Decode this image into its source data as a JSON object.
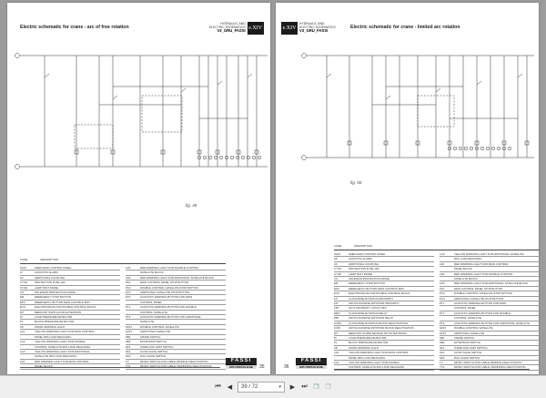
{
  "pages": [
    {
      "title": "Electric schematic for crane - arc of free rotation",
      "logo": {
        "line1": "HYDRAULIC AND",
        "line2": "ELECTRIC SCHEMATICS",
        "line3": "V3_GRU_FASSI",
        "badge": "e.XIV"
      },
      "figure": "fig. 49",
      "page_number": "35",
      "table": {
        "headers": [
          "CODE",
          "DESCRIPTION"
        ],
        "left": [
          [
            "ALIM",
            "FEED MAIN CONTROL PANEL"
          ],
          [
            "AI",
            "ACOUSTIC ALARM"
          ],
          [
            "CF",
            "ADDITIONAL COUPLING"
          ],
          [
            "CY/01",
            "PROTECTION FUSE 10A"
          ],
          [
            "CY/02",
            "LAMP TEST DIODE"
          ],
          [
            "CS",
            "SOLENOID PROTECTION DIODE"
          ],
          [
            "EM",
            "EMERGENCY STOP BUTTON"
          ],
          [
            "EPC",
            "EMERGENCY BUTTON MAIN CONTROL BOX"
          ],
          [
            "EVS",
            "ELECTROVALVE FOR DOUBLE CONTROL BLOCK"
          ],
          [
            "MT",
            "MERCURY SWITCH FOR EXTENSION"
          ],
          [
            "PI",
            "LOAD PRESSURE DETECTOR"
          ],
          [
            "PL",
            "BLOCK PRESSURE DETECTOR"
          ],
          [
            "LB",
            "WHITE WARNING LIGHT"
          ],
          [
            "LG1",
            "YELLOW WARNING LIGHT FOR MAIN CONTROL"
          ],
          [
            "",
            "PANEL 90% LOAD REACHING"
          ],
          [
            "LG2",
            "YELLOW WARNING LIGHT FOR DOUBLE"
          ],
          [
            "",
            "CONTROL SATELLITE 90% LOAD REACHING"
          ],
          [
            "LG3",
            "YELLOW WARNING LIGHT FOR ADDITIONAL"
          ],
          [
            "",
            "SATELLITE 90% LOAD REACHING"
          ],
          [
            "LR1",
            "RED WARNING LIGHT FOR MAIN CONTROL"
          ],
          [
            "",
            "PANEL BLOCK"
          ]
        ],
        "right": [
          [
            "LR2",
            "RED WARNING LIGHT FOR DOUBLE CONTROL"
          ],
          [
            "",
            "SATELLITE BLOCK"
          ],
          [
            "LR3",
            "RED WARNING LIGHT FOR ADDITIONAL SATELLITE BLOCK"
          ],
          [
            "PC1",
            "MAIN CONTROL PANEL STOP BUTTON"
          ],
          [
            "PC2",
            "DOUBLE CONTROL SATELLITE STOP BUTTON"
          ],
          [
            "PC3",
            "ADDITIONAL SATELLITE STOP BUTTON"
          ],
          [
            "PCT",
            "ACOUSTIC WARNING BUTTON FOR MAIN"
          ],
          [
            "",
            "CONTROL PANEL"
          ],
          [
            "PT2",
            "ACOUSTIC WARNING BUTTON FOR DOUBLE"
          ],
          [
            "",
            "CONTROL SATELLITE"
          ],
          [
            "PT3",
            "ACOUSTIC WARNING BUTTON FOR ADDITIONAL"
          ],
          [
            "",
            "SATELLITE"
          ],
          [
            "SAT2",
            "DOUBLE CONTROL SATELLITE"
          ],
          [
            "SAT3",
            "ADDITIONAL SATELLITE"
          ],
          [
            "SB1",
            "CRANE SWITCH"
          ],
          [
            "SB2",
            "EXTENSION SWITCH"
          ],
          [
            "SF4",
            "OVERLOAD LIMIT SWITCH"
          ],
          [
            "SK1",
            "FLOW VALVE SWITCH"
          ],
          [
            "SK2",
            "DIAL VALVE SWITCH"
          ],
          [
            "TV",
            "MICRO SWITCH FOR CABLE WINDING REACTIVATION"
          ],
          [
            "TV2",
            "MICRO SWITCH FOR CABLE UNWINDING REACTIVATION"
          ]
        ]
      }
    },
    {
      "title": "Electric schematic for crane - limited arc rotation",
      "logo": {
        "line1": "HYDRAULIC AND",
        "line2": "ELECTRIC SCHEMATICS",
        "line3": "V3_GRU_FASSI",
        "badge": "e.XIV"
      },
      "figure": "fig. 50",
      "page_number": "36",
      "table": {
        "headers": [
          "CODE",
          "DESCRIPTION"
        ],
        "left": [
          [
            "ALIM",
            "FEED MAIN CONTROL PANEL"
          ],
          [
            "AP",
            "ACOUSTIC ALARM"
          ],
          [
            "CF",
            "ADDITIONAL COUPLING"
          ],
          [
            "CY/01",
            "PROTECTION FUSE 10A"
          ],
          [
            "CY/02",
            "LAMP TEST DIODE"
          ],
          [
            "CS",
            "SOLENOID PROTECTION DIODE"
          ],
          [
            "EM",
            "EMERGENCY STOP BUTTON"
          ],
          [
            "EPC",
            "EMERGENCY BUTTON MAIN CONTROL BOX"
          ],
          [
            "EVS",
            "ELECTROVALVE FOR DOUBLE CONTROL BLOCK"
          ],
          [
            "FP",
            "CLOCKWISE ROTATION PROXIMITY"
          ],
          [
            "FPI",
            "ANTICLOCKWISE ROTATION PROXIMITY"
          ],
          [
            "FZP",
            "SLOT PROXIMITY COUNT 35%"
          ],
          [
            "MRO",
            "CLOCKWISE ROTATION RELAY"
          ],
          [
            "MRI",
            "ANTICLOCKWISE ROTATION RELAY"
          ],
          [
            "CVRO",
            "CLOCKWISE ROTATION BLOCK REACTIVATION"
          ],
          [
            "CVRI",
            "ANTICLOCKWISE ROTATION BLOCK REACTIVATION"
          ],
          [
            "MT",
            "MERCURY SLOPE SENSOR ON OUTER BOOM"
          ],
          [
            "PI",
            "LOAD PRESSURE DETECTOR"
          ],
          [
            "PL",
            "BLOCK PRESSURE DETECTOR"
          ],
          [
            "LB",
            "WHITE WARNING LIGHT"
          ],
          [
            "LG1",
            "YELLOW WARNING LIGHT FOR MAIN CONTROL"
          ],
          [
            "",
            "PANEL 90% LOAD REACHING"
          ],
          [
            "LG2",
            "YELLOW WARNING LIGHT FOR DOUBLE"
          ],
          [
            "",
            "CONTROL SATELLITE 90% LOAD REACHING"
          ]
        ],
        "right": [
          [
            "LG3",
            "YELLOW WARNING LIGHT FOR ADDITIONAL SATELLITE"
          ],
          [
            "",
            "90% LOAD REACHING"
          ],
          [
            "LR1",
            "RED WARNING LIGHT FOR MAIN CONTROL"
          ],
          [
            "",
            "PANEL BLOCK"
          ],
          [
            "LR2",
            "RED WARNING LIGHT FOR DOUBLE CONTROL"
          ],
          [
            "",
            "SATELLITE BLOCK"
          ],
          [
            "LR3",
            "RED WARNING LIGHT FOR ADDITIONAL SATELLITE BLOCK"
          ],
          [
            "PC1",
            "MAIN CONTROL PANEL STOP BUTTON"
          ],
          [
            "PC2",
            "DOUBLE CONTROL SATELLITE STOP BUTTON"
          ],
          [
            "PC3",
            "ADDITIONAL SATELLITE STOP BUTTON"
          ],
          [
            "PT1",
            "ACOUSTIC WARNING BUTTON FOR MAIN"
          ],
          [
            "",
            "CONTROL PANEL"
          ],
          [
            "PT2",
            "ACOUSTIC WARNING BUTTON FOR DOUBLE"
          ],
          [
            "",
            "CONTROL SATELLITE"
          ],
          [
            "PT3",
            "ACOUSTIC WARNING BUTTON FOR ADDITIONAL SATELLITE"
          ],
          [
            "SAT2",
            "DOUBLE CONTROL SATELLITE"
          ],
          [
            "SAT3",
            "ADDITIONAL SATELLITE"
          ],
          [
            "SB1",
            "CRANE SWITCH"
          ],
          [
            "SB2",
            "EXTENSION SWITCH"
          ],
          [
            "SF4",
            "OVERLOAD LIMIT SWITCH"
          ],
          [
            "SK1",
            "FLOW VALVE SWITCH"
          ],
          [
            "SK2",
            "DIAL VALVE SWITCH"
          ],
          [
            "TV",
            "MICRO SWITCH FOR CABLE WINDING REACTIVATION"
          ],
          [
            "TV2",
            "MICRO SWITCH FOR CABLE UNWINDING REACTIVATION"
          ]
        ]
      }
    }
  ],
  "brand": {
    "name": "FASSI",
    "sub": "GRU IDRAULICHE"
  },
  "toolbar": {
    "page_field": "39 / 72",
    "icons": [
      "first-page-icon",
      "prev-page-icon",
      "next-page-icon",
      "last-page-icon",
      "single-page-view-icon",
      "two-page-view-icon"
    ]
  }
}
